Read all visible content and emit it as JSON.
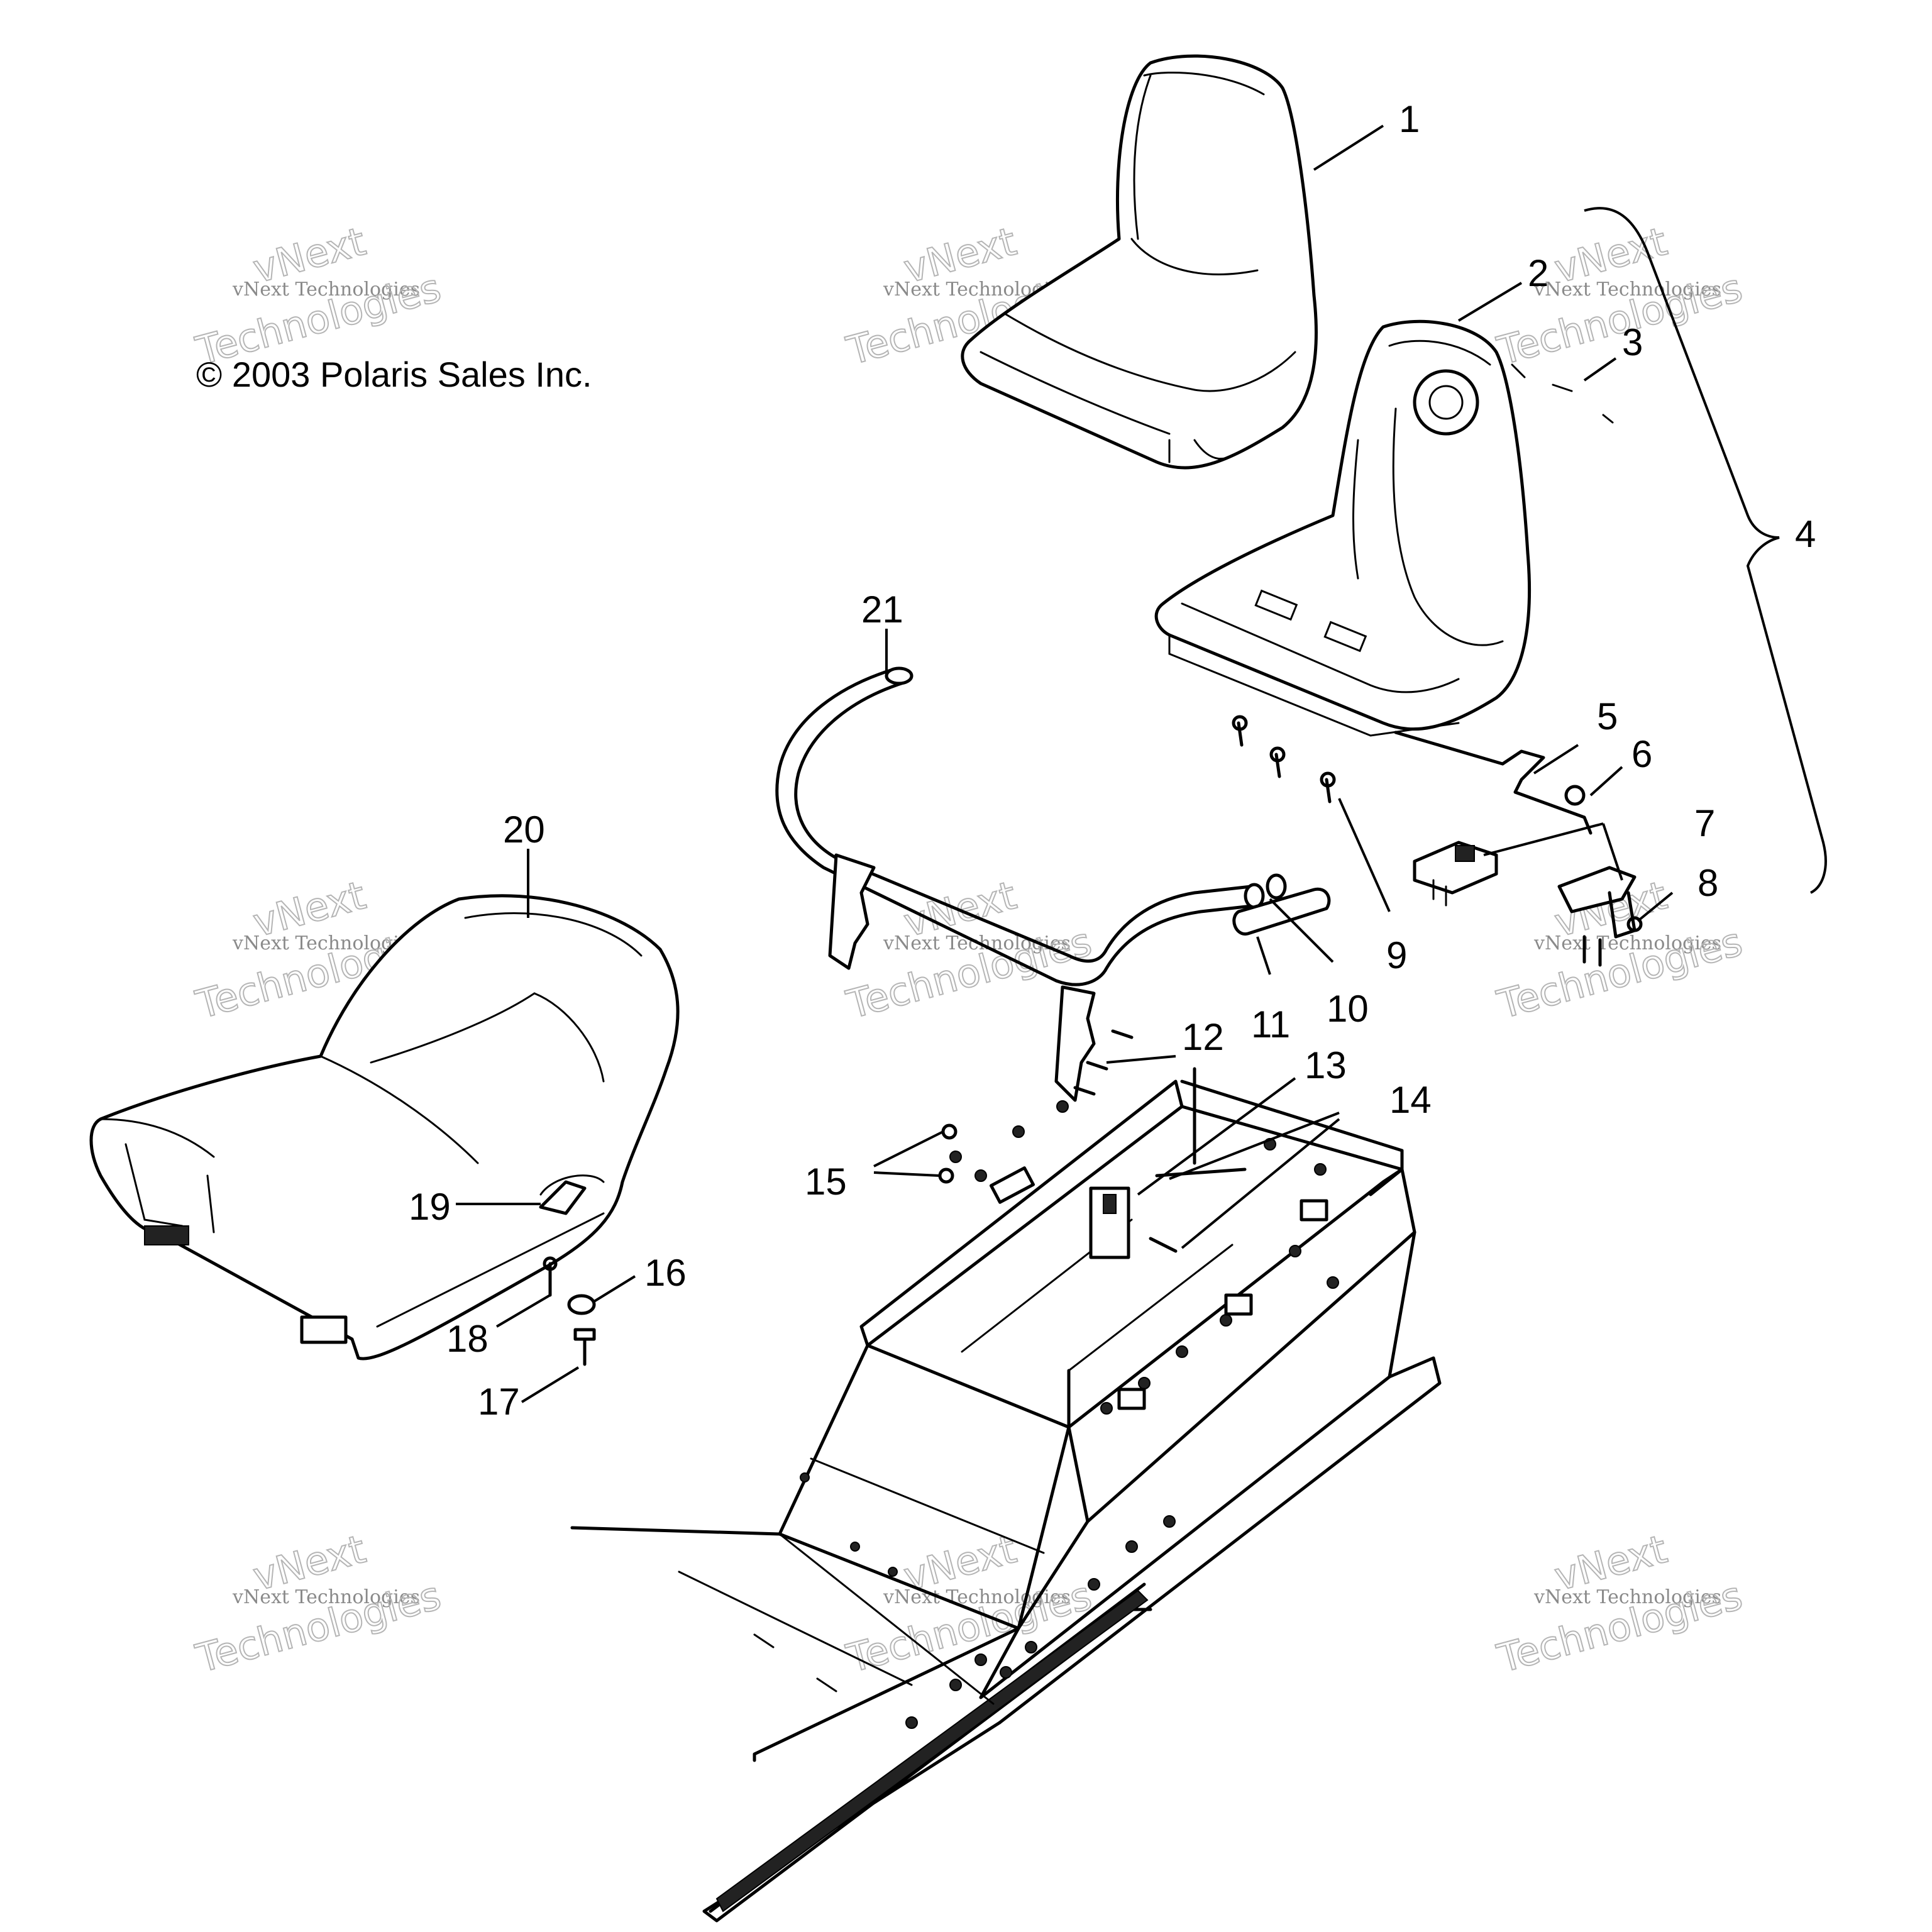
{
  "copyright": "© 2003 Polaris Sales Inc.",
  "watermark": {
    "line1": "vNext Technologies",
    "line2": "vNext",
    "line3": "Technologies"
  },
  "callouts": [
    "1",
    "2",
    "3",
    "4",
    "5",
    "6",
    "7",
    "8",
    "9",
    "10",
    "11",
    "12",
    "13",
    "14",
    "15",
    "16",
    "17",
    "18",
    "19",
    "20",
    "21"
  ]
}
